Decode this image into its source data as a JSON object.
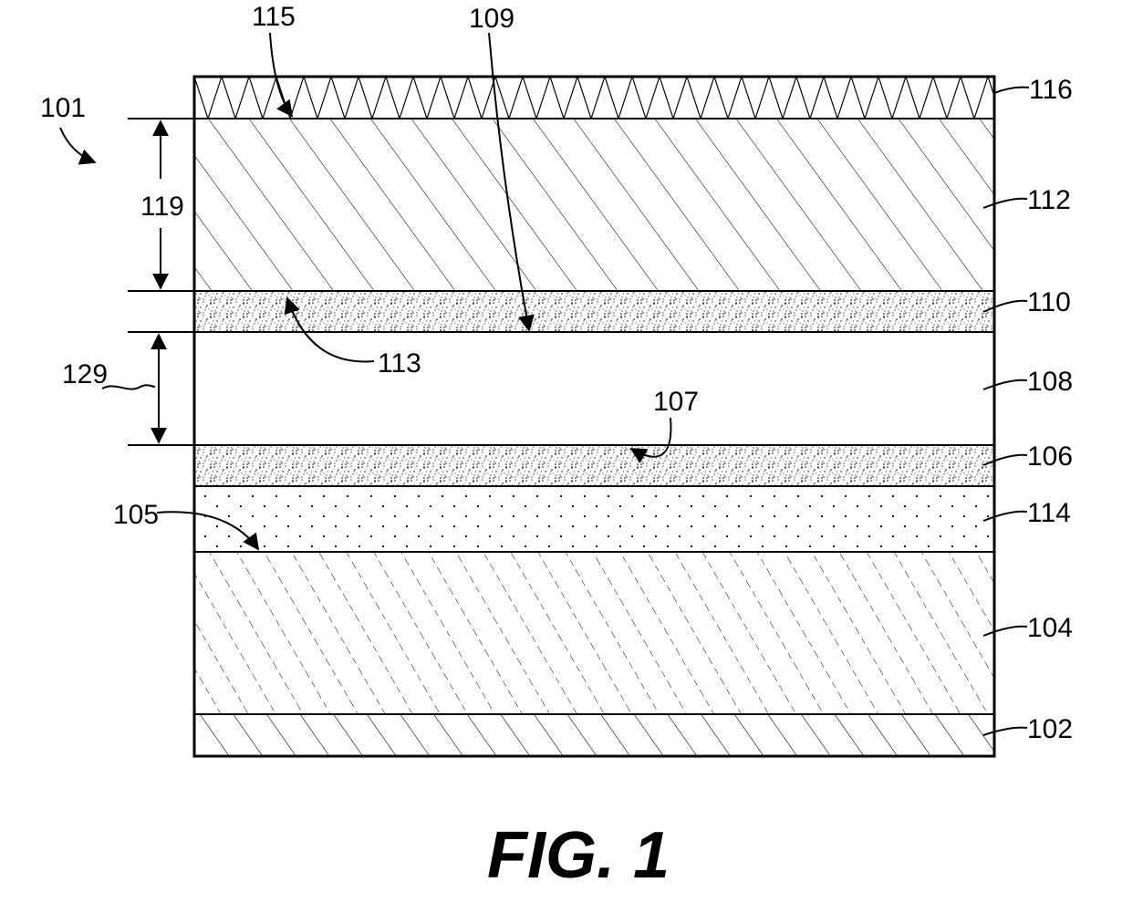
{
  "figure": {
    "caption": "FIG. 1",
    "labels": {
      "device": "101",
      "interface_115": "115",
      "interface_109": "109",
      "interface_113": "113",
      "interface_107": "107",
      "interface_105": "105",
      "thickness_119": "119",
      "thickness_129": "129",
      "layer_116": "116",
      "layer_112": "112",
      "layer_110": "110",
      "layer_108": "108",
      "layer_106": "106",
      "layer_114": "114",
      "layer_104": "104",
      "layer_102": "102"
    }
  }
}
